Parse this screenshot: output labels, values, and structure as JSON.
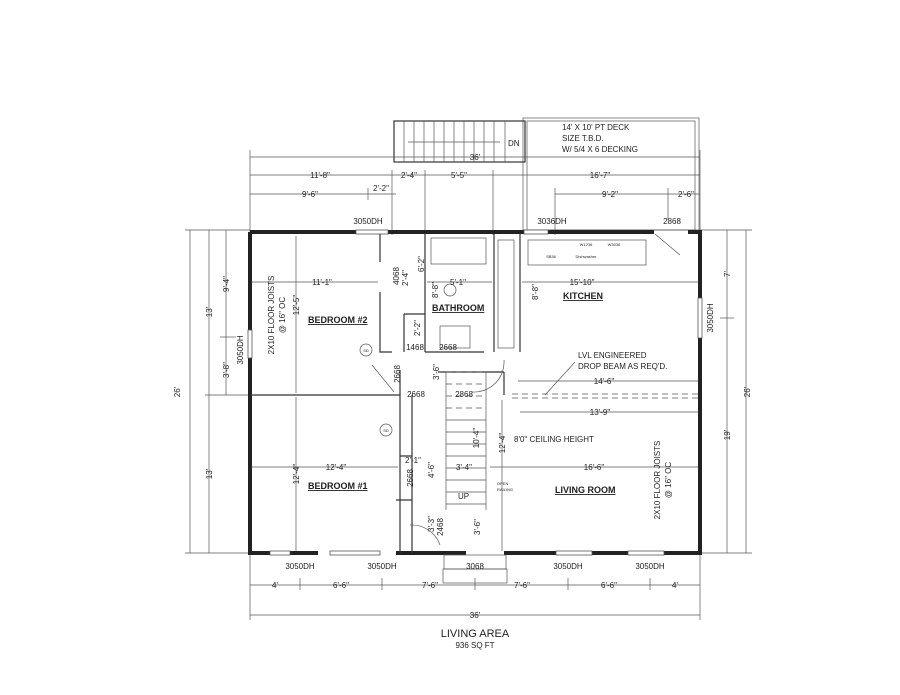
{
  "deck": {
    "line1": "14' X 10' PT DECK",
    "line2": "SIZE T.B.D.",
    "line3": "W/ 5/4 X 6 DECKING",
    "stairs_label": "DN"
  },
  "dims_top": {
    "overall": "36'",
    "a": "11'-8\"",
    "b": "2'-4\"",
    "c": "5'-5\"",
    "d": "16'-7\"",
    "e": "9'-6\"",
    "f": "2'-2\"",
    "g": "9'-2\"",
    "h": "2'-6\""
  },
  "dims_bottom": {
    "overall": "36'",
    "a": "4'",
    "b": "6'-6\"",
    "c": "7'-6\"",
    "d": "7'-6\"",
    "e": "6'-6\"",
    "f": "4'"
  },
  "dims_left": {
    "overall": "26'",
    "a": "13'",
    "b": "13'",
    "c": "9'-4\"",
    "d": "3'-8\""
  },
  "dims_right": {
    "overall": "26'",
    "a": "7'",
    "b": "19'"
  },
  "windows": {
    "top1": "3050DH",
    "top2": "3036DH",
    "top_door": "2868",
    "left": "3050DH",
    "right": "3050DH",
    "b1": "3050DH",
    "b2": "3050DH",
    "b3": "3068",
    "b4": "3050DH",
    "b5": "3050DH"
  },
  "rooms": {
    "bed2": "BEDROOM #2",
    "bed1": "BEDROOM #1",
    "bath": "BATHROOM",
    "kitchen": "KITCHEN",
    "living": "LIVING ROOM"
  },
  "interior": {
    "bed2_w": "11'-1\"",
    "bed2_h": "12'-5\"",
    "bed1_w": "12'-4\"",
    "bed1_h": "12'-4\"",
    "bath_w": "5'-1\"",
    "bath_h": "8'-8\"",
    "kitchen_w": "15'-10\"",
    "kitchen_h": "8'-8\"",
    "closet_door": "4068",
    "closet_w": "2'-4\"",
    "closet_h": "6'-2\"",
    "linen_h": "2'-2\"",
    "linen_door": "1468",
    "bath_door": "2668",
    "hall": "3'-6\"",
    "bed2_door": "2668",
    "bed2_door2": "2668",
    "stair_door": "2868",
    "beam_w": "14'-6\"",
    "living_w1": "13'-9\"",
    "living_w2": "16'-6\"",
    "living_h": "12'-4\"",
    "stair_len": "10'-4\"",
    "stair_w": "3'-4\"",
    "closet2_w": "2'-1\"",
    "closet2_h": "4'-6\"",
    "closet2_door": "2668",
    "coat_h": "3'-3\"",
    "coat_door": "2468",
    "entry": "3'-6\"",
    "ceiling": "8'0\" CEILING HEIGHT",
    "beam1": "LVL ENGINEERED",
    "beam2": "DROP BEAM AS REQ'D.",
    "railing1": "OPEN",
    "railing2": "RAILING",
    "up": "UP",
    "joists1": "2X10 FLOOR JOISTS",
    "joists2": "@ 16\" OC",
    "sd": "SD",
    "sink": "SB36",
    "dishwasher": "Dishwasher",
    "range": "W3036",
    "wall_cab": "W1236"
  },
  "footer": {
    "title": "LIVING AREA",
    "area": "936 SQ FT"
  }
}
